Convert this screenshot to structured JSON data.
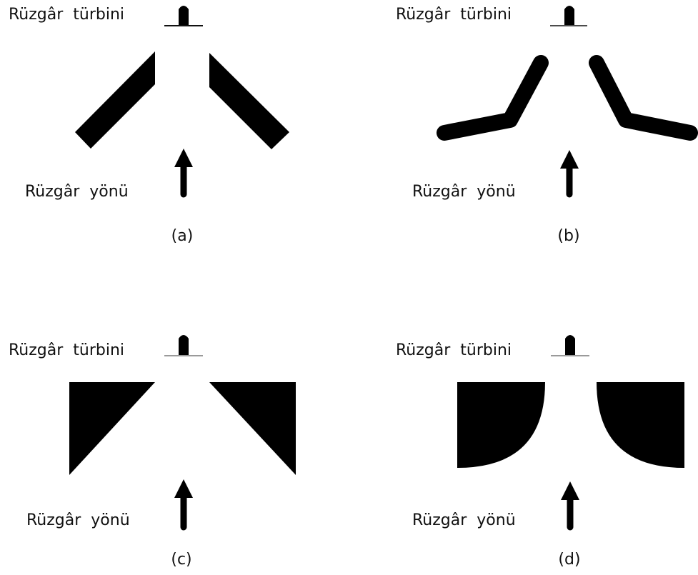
{
  "panels": [
    {
      "id": "a",
      "turbine_label": "Rüzgâr  türbini",
      "wind_label": "Rüzgâr  yönü",
      "caption": "(a)"
    },
    {
      "id": "b",
      "turbine_label": "Rüzgâr  türbini",
      "wind_label": "Rüzgâr  yönü",
      "caption": "(b)"
    },
    {
      "id": "c",
      "turbine_label": "Rüzgâr  türbini",
      "wind_label": "Rüzgâr  yönü",
      "caption": "(c)"
    },
    {
      "id": "d",
      "turbine_label": "Rüzgâr  türbini",
      "wind_label": "Rüzgâr  yönü",
      "caption": "(d)"
    }
  ],
  "colors": {
    "shape": "#000000",
    "base_line": "#111111",
    "base_line_light": "#9a9a9a",
    "text": "#111111"
  },
  "icons": {
    "turbine": "turbine-icon",
    "arrow": "wind-arrow-icon"
  }
}
